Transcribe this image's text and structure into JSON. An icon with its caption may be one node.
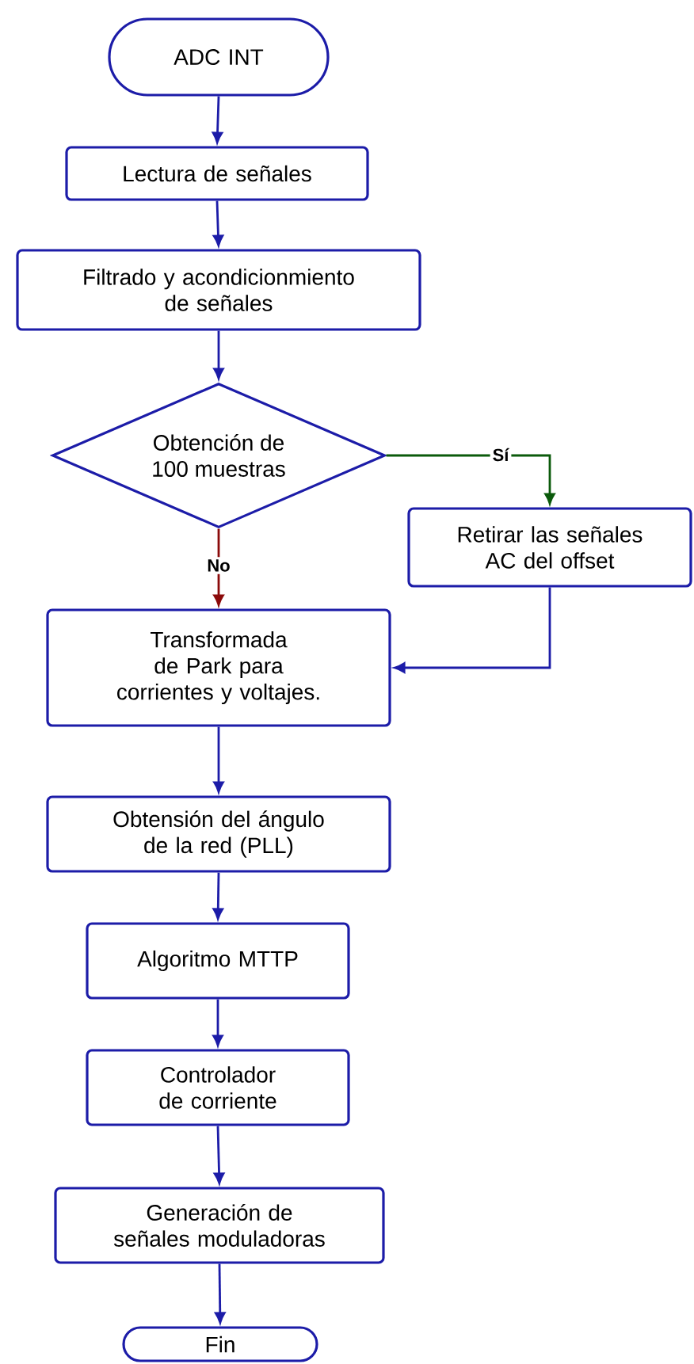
{
  "diagram": {
    "nodes": [
      {
        "text": [
          "ADC INT"
        ]
      },
      {
        "text": [
          "Lectura de señales"
        ]
      },
      {
        "text": [
          "Filtrado y acondicionmiento de señales"
        ]
      },
      {
        "text": [
          "Obtención de 100 muestras"
        ]
      },
      {
        "text": [
          "Retirar las señales AC del offset"
        ]
      },
      {
        "text": [
          "Transformada de Park para corrientes y voltajes."
        ]
      },
      {
        "text": [
          "Obtensión del ángulo de la red (PLL)"
        ]
      },
      {
        "text": [
          "Algoritmo MTTP"
        ]
      },
      {
        "text": [
          "Controlador de corriente"
        ]
      },
      {
        "text": [
          "Generación de señales moduladoras"
        ]
      },
      {
        "text": [
          "Fin"
        ]
      }
    ],
    "edges": [
      {
        "from": 0,
        "to": 1,
        "arrow": "to"
      },
      {
        "from": 1,
        "to": 2,
        "arrow": "to"
      },
      {
        "from": 2,
        "to": 3,
        "arrow": "to"
      },
      {
        "from": 3,
        "to": 4,
        "arrow": "to",
        "label": "Sí",
        "color": "#0b5a0b"
      },
      {
        "from": 3,
        "to": 5,
        "arrow": "to",
        "label": "No",
        "color": "#8b0a0a"
      },
      {
        "from": 4,
        "to": 5,
        "arrow": "to"
      },
      {
        "from": 5,
        "to": 6,
        "arrow": "to"
      },
      {
        "from": 6,
        "to": 7,
        "arrow": "to"
      },
      {
        "from": 7,
        "to": 8,
        "arrow": "to"
      },
      {
        "from": 8,
        "to": 9,
        "arrow": "to"
      },
      {
        "from": 9,
        "to": 10,
        "arrow": "to"
      }
    ]
  }
}
